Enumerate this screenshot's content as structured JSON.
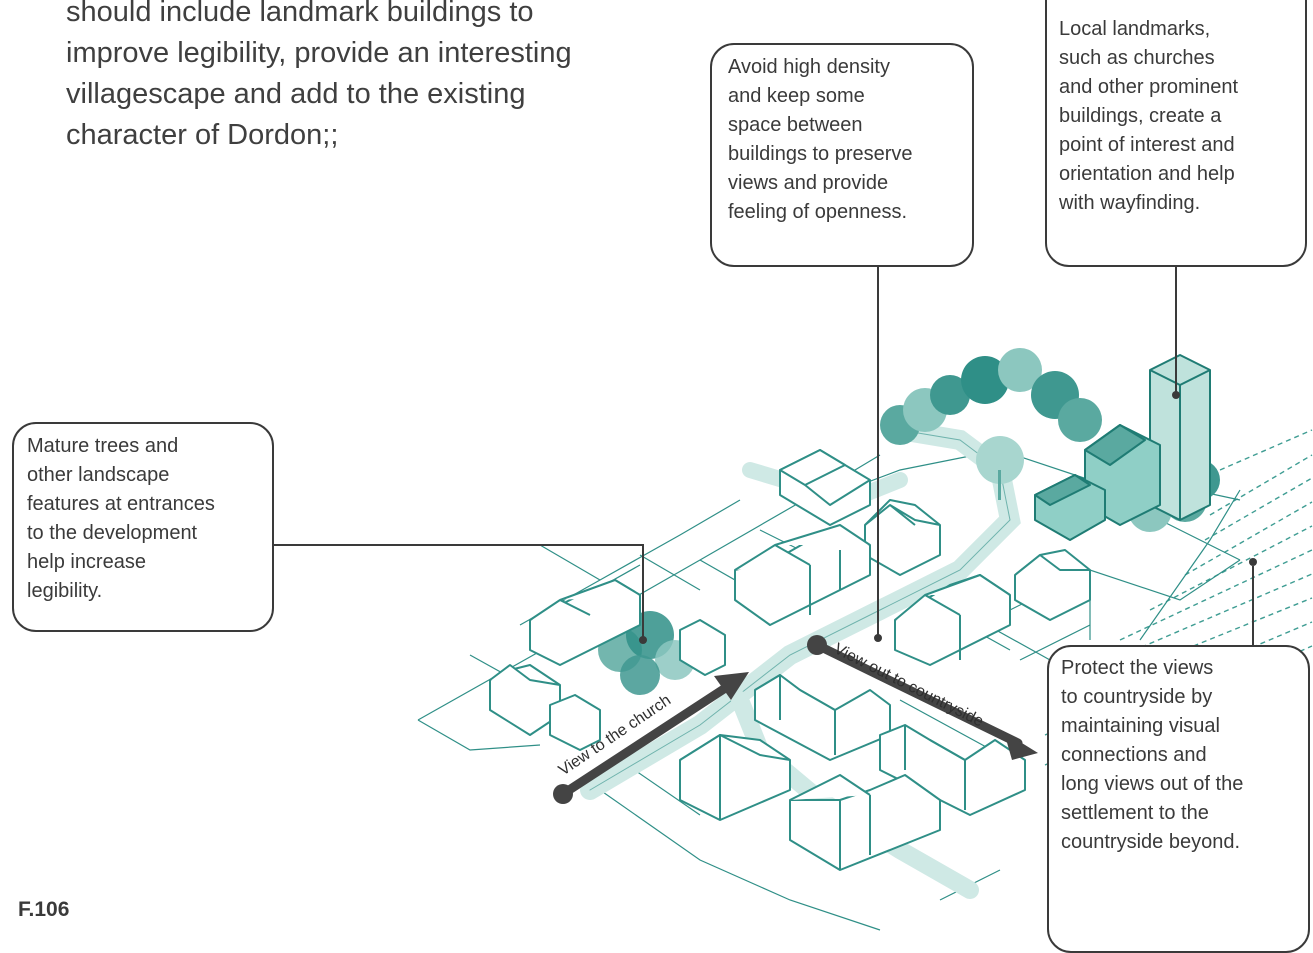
{
  "intro_lines": [
    "should include landmark buildings to",
    "improve legibility, provide an interesting",
    "villagescape and add to the existing",
    "character of Dordon;;"
  ],
  "callouts": {
    "density": [
      "  Avoid high density",
      "and keep some",
      "space between",
      "buildings to preserve",
      "views and provide",
      "feeling of openness."
    ],
    "landmarks": [
      "  Local landmarks,",
      "such as churches",
      "and other prominent",
      "buildings, create a",
      "point of interest and",
      "orientation and help",
      "with wayfinding."
    ],
    "trees": [
      "  Mature trees and",
      "other landscape",
      "features at entrances",
      "to the development",
      "help increase",
      " legibility."
    ],
    "views": [
      "  Protect the views",
      "to countryside by",
      "maintaining visual",
      "connections and",
      "long views out of the",
      "settlement to the",
      "countryside beyond."
    ]
  },
  "arrows": {
    "church": "View to the church",
    "countryside": "View out to countryside"
  },
  "figure_label": "F.106",
  "colors": {
    "teal": "#2f8f87",
    "teal_light": "#8fcfc6",
    "teal_pale": "#d9eeea",
    "arrow": "#444444",
    "text": "#3a3a3a"
  }
}
